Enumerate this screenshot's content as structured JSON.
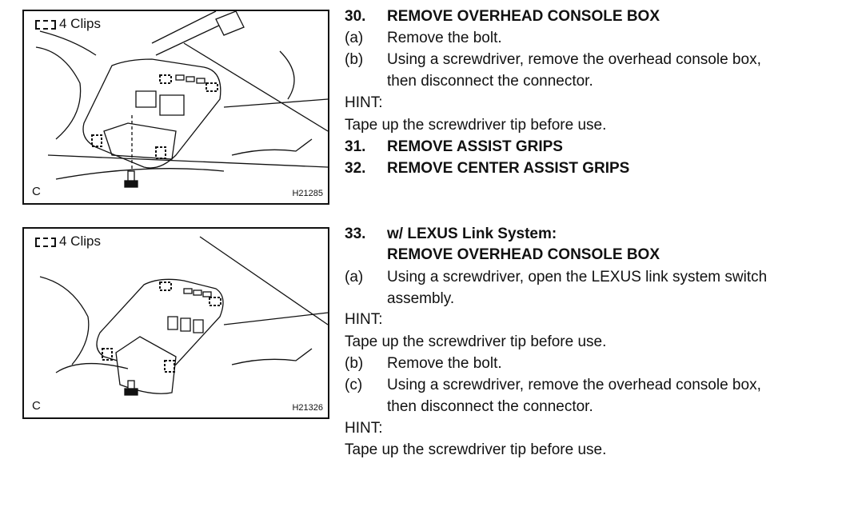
{
  "figures": [
    {
      "legend": "4 Clips",
      "corner": "C",
      "code": "H21285"
    },
    {
      "legend": "4 Clips",
      "corner": "C",
      "code": "H21326"
    }
  ],
  "steps": {
    "s30": {
      "num": "30.",
      "title": "REMOVE OVERHEAD CONSOLE BOX",
      "a_label": "(a)",
      "a_text": "Remove the bolt.",
      "b_label": "(b)",
      "b_text1": "Using a screwdriver, remove the overhead console box,",
      "b_text2": "then disconnect the connector.",
      "hint": "HINT:",
      "hint_text": "Tape up the screwdriver tip before use."
    },
    "s31": {
      "num": "31.",
      "title": "REMOVE ASSIST GRIPS"
    },
    "s32": {
      "num": "32.",
      "title": "REMOVE CENTER ASSIST GRIPS"
    },
    "s33": {
      "num": "33.",
      "title1": "w/ LEXUS Link System:",
      "title2": "REMOVE OVERHEAD CONSOLE BOX",
      "a_label": "(a)",
      "a_text1": "Using a screwdriver, open the LEXUS link system switch",
      "a_text2": "assembly.",
      "hint1": "HINT:",
      "hint1_text": "Tape up the screwdriver tip before use.",
      "b_label": "(b)",
      "b_text": "Remove the bolt.",
      "c_label": "(c)",
      "c_text1": "Using a screwdriver, remove the overhead console box,",
      "c_text2": "then disconnect the connector.",
      "hint2": "HINT:",
      "hint2_text": "Tape up the screwdriver tip before use."
    }
  }
}
